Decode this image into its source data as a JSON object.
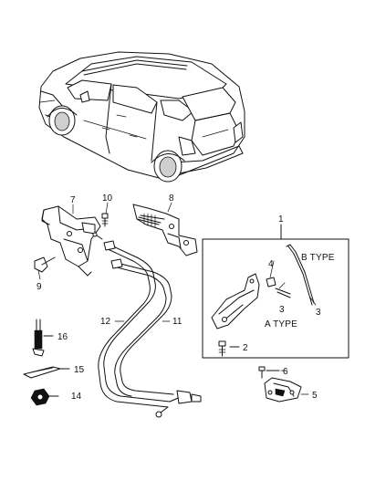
{
  "callouts": {
    "c1": "1",
    "c2": "2",
    "c3a": "3",
    "c3b": "3",
    "c4": "4",
    "c5": "5",
    "c6": "6",
    "c7": "7",
    "c8": "8",
    "c9": "9",
    "c10": "10",
    "c11": "11",
    "c12": "12",
    "c14": "14",
    "c15": "15",
    "c16": "16"
  },
  "labels": {
    "b_type": "B TYPE",
    "a_type": "A TYPE"
  }
}
